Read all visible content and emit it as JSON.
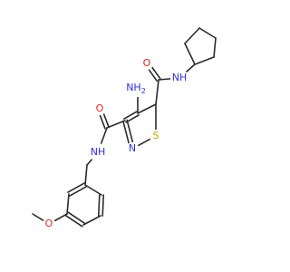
{
  "colors": {
    "background": "#ffffff",
    "bond": "#2b2b2b",
    "carbon_text": "#2b2b2b",
    "nitrogen": "#2f2fd0",
    "oxygen": "#e0271f",
    "sulfur": "#c9a600"
  },
  "atoms": [
    {
      "id": "C4",
      "label": "",
      "element": "C"
    },
    {
      "id": "C5",
      "label": "",
      "element": "C"
    },
    {
      "id": "S1",
      "label": "S",
      "element": "S"
    },
    {
      "id": "N2",
      "label": "N",
      "element": "N"
    },
    {
      "id": "C3",
      "label": "",
      "element": "C"
    },
    {
      "id": "N_amino",
      "label": "NH",
      "sub": "2",
      "element": "N"
    },
    {
      "id": "C_amide5",
      "label": "",
      "element": "C"
    },
    {
      "id": "O_amide5",
      "label": "O",
      "element": "O"
    },
    {
      "id": "N_amide5",
      "label": "NH",
      "element": "N"
    },
    {
      "id": "Cp1",
      "label": "",
      "element": "C"
    },
    {
      "id": "Cp2",
      "label": "",
      "element": "C"
    },
    {
      "id": "Cp3",
      "label": "",
      "element": "C"
    },
    {
      "id": "Cp4",
      "label": "",
      "element": "C"
    },
    {
      "id": "Cp5",
      "label": "",
      "element": "C"
    },
    {
      "id": "C_amide3",
      "label": "",
      "element": "C"
    },
    {
      "id": "O_amide3",
      "label": "O",
      "element": "O"
    },
    {
      "id": "N_amide3",
      "label": "NH",
      "element": "N"
    },
    {
      "id": "CH2",
      "label": "",
      "element": "C"
    },
    {
      "id": "Ar1",
      "label": "",
      "element": "C"
    },
    {
      "id": "Ar2",
      "label": "",
      "element": "C"
    },
    {
      "id": "Ar3",
      "label": "",
      "element": "C"
    },
    {
      "id": "Ar4",
      "label": "",
      "element": "C"
    },
    {
      "id": "Ar5",
      "label": "",
      "element": "C"
    },
    {
      "id": "Ar6",
      "label": "",
      "element": "C"
    },
    {
      "id": "O_methoxy",
      "label": "O",
      "element": "O"
    },
    {
      "id": "CH3",
      "label": "",
      "element": "C"
    }
  ],
  "bonds": [
    {
      "a": "C4",
      "b": "C5",
      "order": 1
    },
    {
      "a": "C5",
      "b": "S1",
      "order": 1
    },
    {
      "a": "S1",
      "b": "N2",
      "order": 1
    },
    {
      "a": "N2",
      "b": "C3",
      "order": 2
    },
    {
      "a": "C3",
      "b": "C4",
      "order": 2
    },
    {
      "a": "C4",
      "b": "N_amino",
      "order": 1
    },
    {
      "a": "C5",
      "b": "C_amide5",
      "order": 1
    },
    {
      "a": "C_amide5",
      "b": "O_amide5",
      "order": 2
    },
    {
      "a": "C_amide5",
      "b": "N_amide5",
      "order": 1
    },
    {
      "a": "N_amide5",
      "b": "Cp1",
      "order": 1
    },
    {
      "a": "Cp1",
      "b": "Cp2",
      "order": 1
    },
    {
      "a": "Cp2",
      "b": "Cp3",
      "order": 1
    },
    {
      "a": "Cp3",
      "b": "Cp4",
      "order": 1
    },
    {
      "a": "Cp4",
      "b": "Cp5",
      "order": 1
    },
    {
      "a": "Cp5",
      "b": "Cp1",
      "order": 1
    },
    {
      "a": "C3",
      "b": "C_amide3",
      "order": 1
    },
    {
      "a": "C_amide3",
      "b": "O_amide3",
      "order": 2
    },
    {
      "a": "C_amide3",
      "b": "N_amide3",
      "order": 1
    },
    {
      "a": "N_amide3",
      "b": "CH2",
      "order": 1
    },
    {
      "a": "CH2",
      "b": "Ar1",
      "order": 1
    },
    {
      "a": "Ar1",
      "b": "Ar2",
      "order": 2
    },
    {
      "a": "Ar2",
      "b": "Ar3",
      "order": 1
    },
    {
      "a": "Ar3",
      "b": "Ar4",
      "order": 2
    },
    {
      "a": "Ar4",
      "b": "Ar5",
      "order": 1
    },
    {
      "a": "Ar5",
      "b": "Ar6",
      "order": 2
    },
    {
      "a": "Ar6",
      "b": "Ar1",
      "order": 1
    },
    {
      "a": "Ar3",
      "b": "O_methoxy",
      "order": 1
    },
    {
      "a": "O_methoxy",
      "b": "CH3",
      "order": 1
    }
  ]
}
